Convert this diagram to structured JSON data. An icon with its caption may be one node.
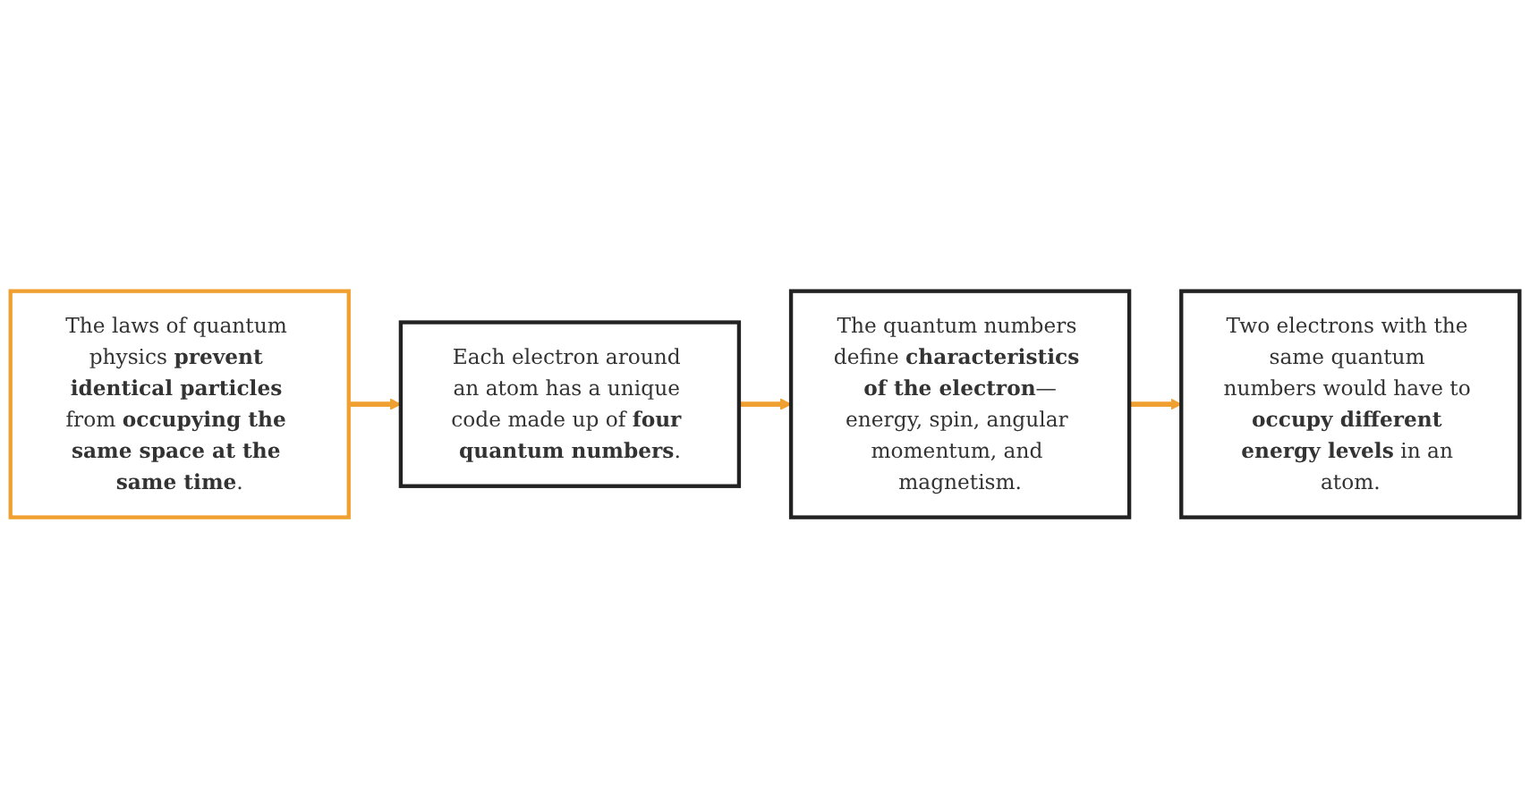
{
  "diagram": {
    "nodes": [
      {
        "text": [
          "The laws of quantum physics **prevent identical particles** from **occupying the same space at the same time**."
        ]
      },
      {
        "text": [
          "Each electron around an atom has a unique code made up of **four quantum numbers**."
        ]
      },
      {
        "text": [
          "The quantum numbers define **characteristics of the electron**—energy, spin, angular momentum, and magnetism."
        ]
      },
      {
        "text": [
          "Two electrons with the same quantum numbers would have to **occupy different energy levels** in an atom."
        ]
      }
    ],
    "edges": [
      {
        "from": 0,
        "to": 1,
        "arrow": "to"
      },
      {
        "from": 1,
        "to": 2,
        "arrow": "to"
      },
      {
        "from": 2,
        "to": 3,
        "arrow": "to"
      }
    ]
  }
}
